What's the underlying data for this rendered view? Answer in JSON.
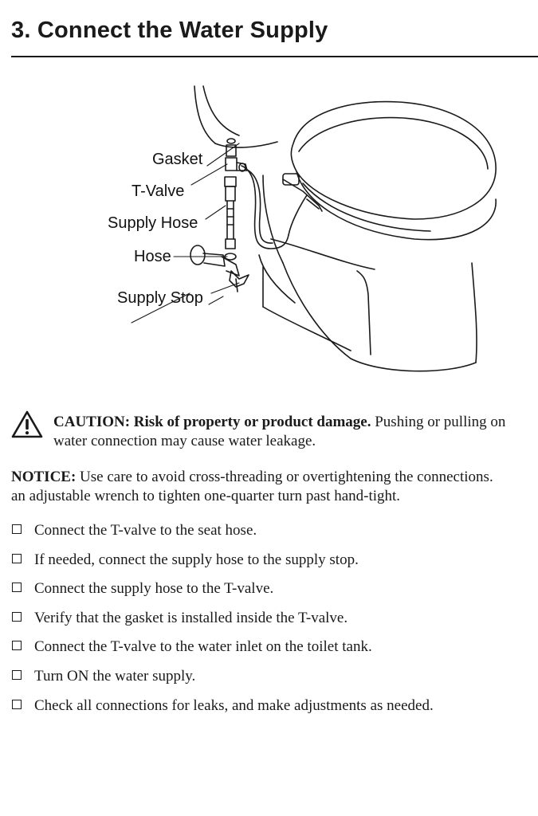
{
  "section": {
    "title": "3. Connect the Water Supply"
  },
  "figure": {
    "callouts": [
      "Gasket",
      "T-Valve",
      "Supply Hose",
      "Hose",
      "Supply Stop"
    ]
  },
  "caution": {
    "icon": "warning-triangle-icon",
    "label": "CAUTION: Risk of property or product damage.",
    "text_line1": " Pushing or pulling on",
    "text_line2": "water connection may cause water leakage."
  },
  "notice": {
    "label": "NOTICE:",
    "text_line1": " Use care to avoid cross-threading or overtightening the connections.",
    "text_line2": "an adjustable wrench to tighten one-quarter turn past hand-tight."
  },
  "steps": [
    "Connect the T-valve to the seat hose.",
    "If needed, connect the supply hose to the supply stop.",
    "Connect the supply hose to the T-valve.",
    "Verify that the gasket is installed inside the T-valve.",
    "Connect the T-valve to the water inlet on the toilet tank.",
    "Turn ON the water supply.",
    "Check all connections for leaks, and make adjustments as needed."
  ]
}
